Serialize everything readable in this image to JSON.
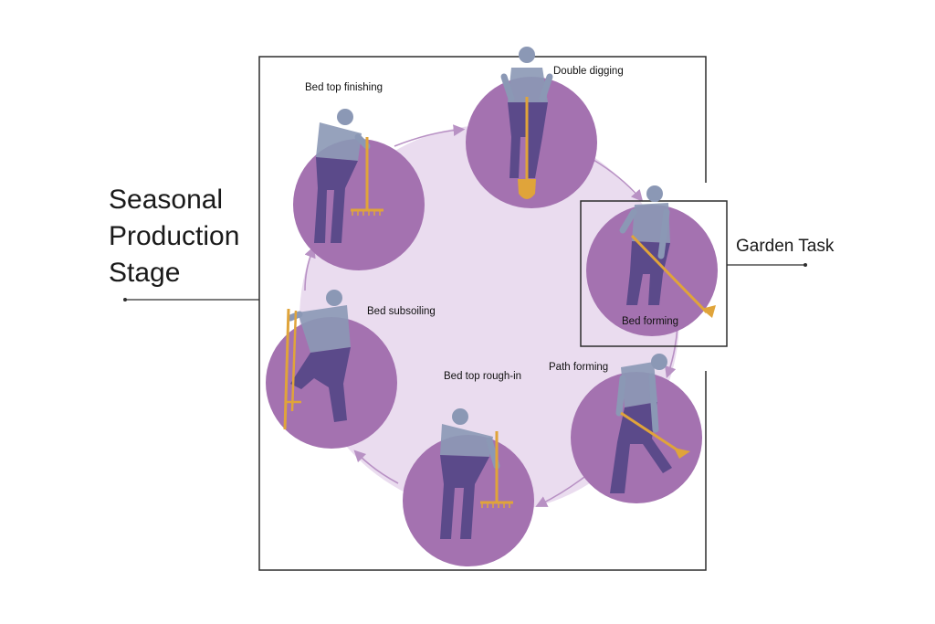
{
  "left_label": {
    "line1": "Seasonal",
    "line2": "Production",
    "line3": "Stage"
  },
  "right_label": "Garden Task",
  "tasks": [
    {
      "label": "Double digging"
    },
    {
      "label": "Bed forming"
    },
    {
      "label": "Path forming"
    },
    {
      "label": "Bed top rough-in"
    },
    {
      "label": "Bed subsoiling"
    },
    {
      "label": "Bed top finishing"
    }
  ],
  "colors": {
    "circle": "#a472b0",
    "cycle_ring": "#eadcef",
    "arrow": "#b891c4",
    "figure_upper": "#8b98b5",
    "figure_lower": "#5b4a8a",
    "tool": "#e0a43a",
    "frame": "#2d2d2d"
  },
  "icons": [
    "gardener-figure-icon",
    "spade-icon",
    "rake-icon",
    "hoe-icon",
    "broadfork-icon",
    "cycle-arrow-icon"
  ]
}
